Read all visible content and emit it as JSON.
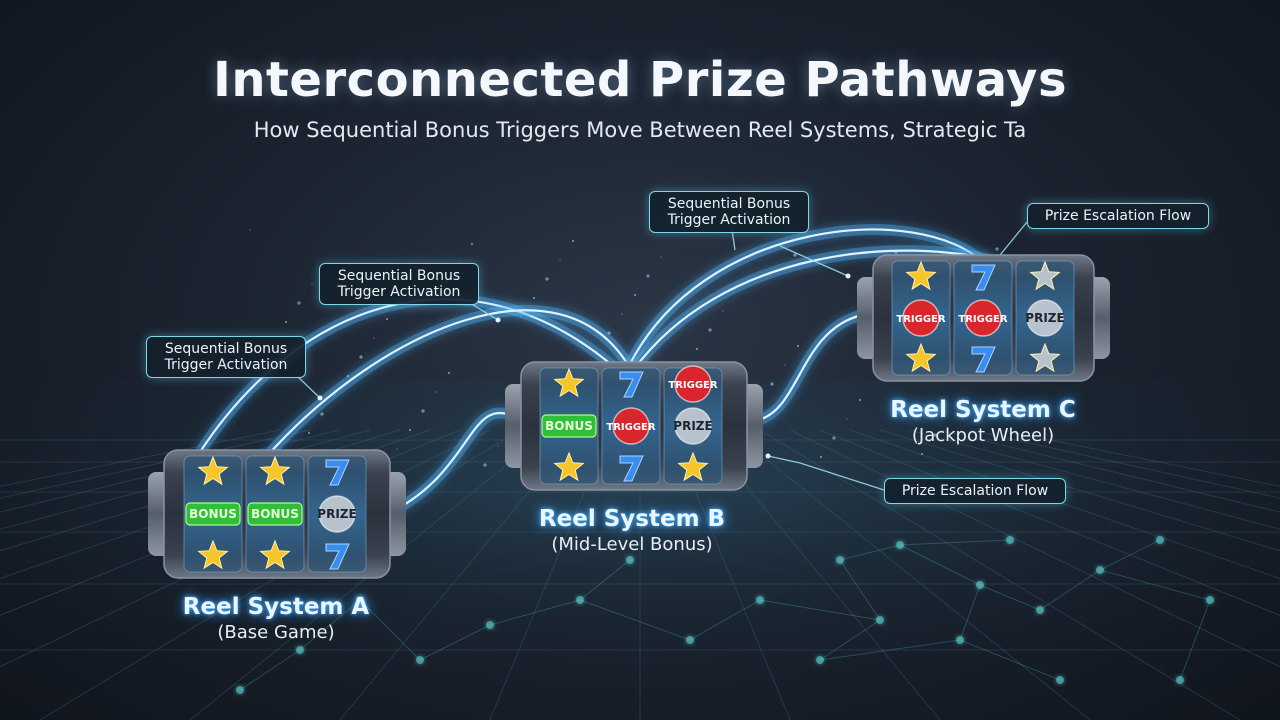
{
  "title": "Interconnected Prize Pathways",
  "subtitle": "How Sequential Bonus Triggers Move Between Reel Systems, Strategic Ta",
  "callouts": [
    {
      "line1": "Sequential Bonus",
      "line2": "Trigger Activation"
    },
    {
      "line1": "Sequential Bonus",
      "line2": "Trigger Activation"
    },
    {
      "line1": "Sequential Bonus",
      "line2": "Trigger Activation"
    },
    {
      "line1": "Prize Escalation Flow",
      "line2": ""
    },
    {
      "line1": "Prize Escalation Flow",
      "line2": ""
    }
  ],
  "systems": [
    {
      "name": "Reel System A",
      "label": "(Base Game)",
      "reels": [
        [
          "star",
          "BONUS",
          "star"
        ],
        [
          "star",
          "BONUS",
          "star"
        ],
        [
          "seven",
          "PRIZE",
          "seven"
        ]
      ]
    },
    {
      "name": "Reel System B",
      "label": "(Mid-Level Bonus)",
      "reels": [
        [
          "star",
          "BONUS",
          "star"
        ],
        [
          "seven",
          "TRIGGER",
          "seven"
        ],
        [
          "TRIGGER",
          "PRIZE",
          "star"
        ]
      ]
    },
    {
      "name": "Reel System C",
      "label": "(Jackpot Wheel)",
      "reels": [
        [
          "star",
          "TRIGGER",
          "star"
        ],
        [
          "seven",
          "TRIGGER",
          "seven"
        ],
        [
          "silver-star",
          "PRIZE",
          "silver-star"
        ]
      ]
    }
  ],
  "colors": {
    "background": "#1c2431",
    "flow_glow": "#4fb6ff",
    "callout_border": "#7fd8e8",
    "bonus_green": "#2fbf3a",
    "trigger_red": "#d8262c",
    "trigger_gold": "#f2c21b",
    "prize_silver": "#b8c2cc",
    "star_gold": "#f6c52a",
    "seven_blue": "#3a8df0"
  }
}
